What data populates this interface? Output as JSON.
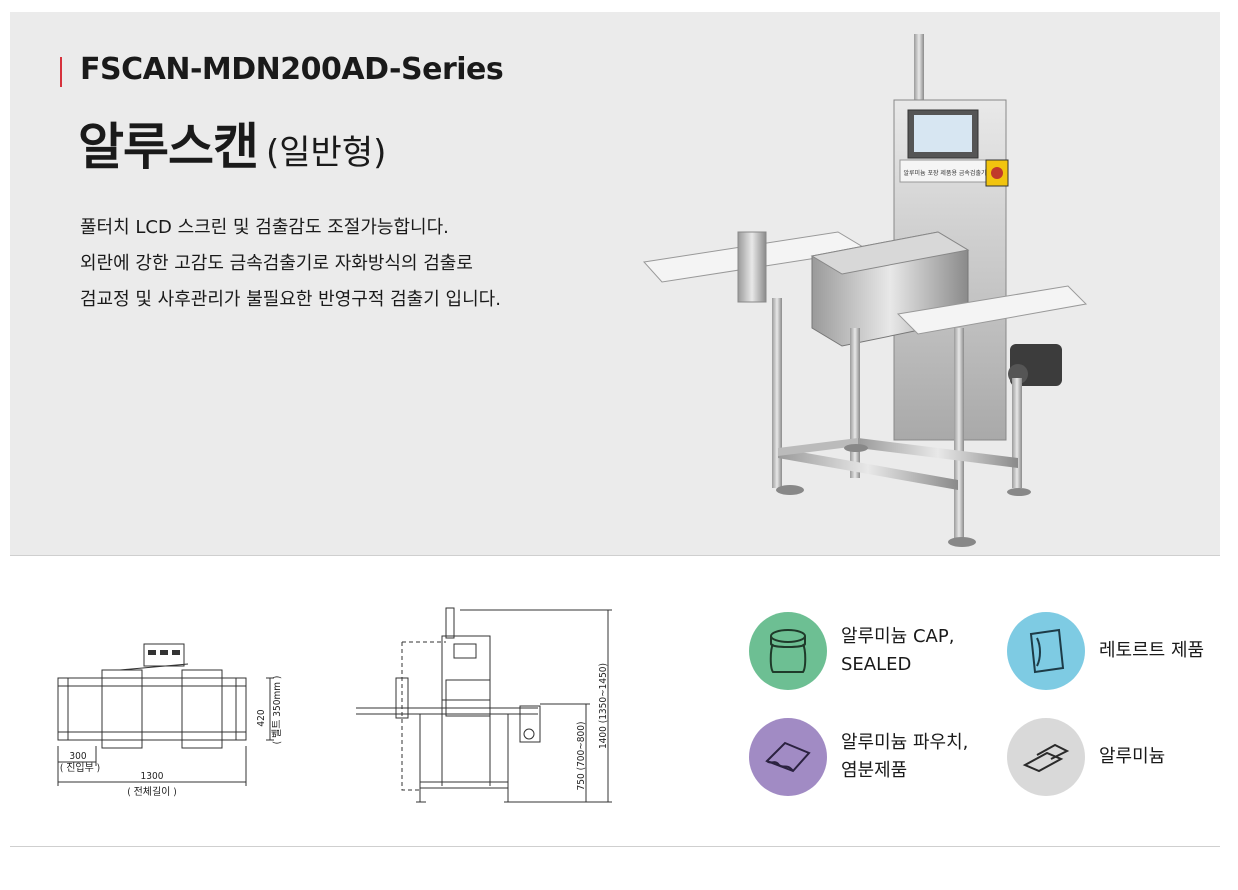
{
  "header": {
    "series": "FSCAN-MDN200AD-Series",
    "product_name": "알루스캔",
    "product_type": "(일반형)"
  },
  "description": [
    "풀터치 LCD 스크린 및 검출감도 조절가능합니다.",
    "외란에 강한 고감도 금속검출기로 자화방식의 검출로",
    "검교정 및 사후관리가 불필요한 반영구적 검출기 입니다."
  ],
  "machine_label": "알루미늄 포장 제품용 금속검출기",
  "drawing_top": {
    "height": "420",
    "belt": "( 벨트 350mm )",
    "entry": "300",
    "entry_label": "( 진입부 )",
    "length": "1300",
    "length_label": "( 전체길이 )"
  },
  "drawing_side": {
    "total_height": "1400 (1350~1450)",
    "belt_height": "750 (700~800)"
  },
  "packages": [
    {
      "label_lines": [
        "알루미늄 CAP,",
        "SEALED"
      ],
      "icon": "cap-icon",
      "color": "#6dbf93"
    },
    {
      "label_lines": [
        "레토르트 제품"
      ],
      "icon": "retort-pouch-icon",
      "color": "#7ecbe3"
    },
    {
      "label_lines": [
        "알루미늄 파우치,",
        "염분제품"
      ],
      "icon": "pouch-icon",
      "color": "#a18bc4"
    },
    {
      "label_lines": [
        "알루미늄"
      ],
      "icon": "aluminum-sheet-icon",
      "color": "#d9d9d9"
    }
  ]
}
